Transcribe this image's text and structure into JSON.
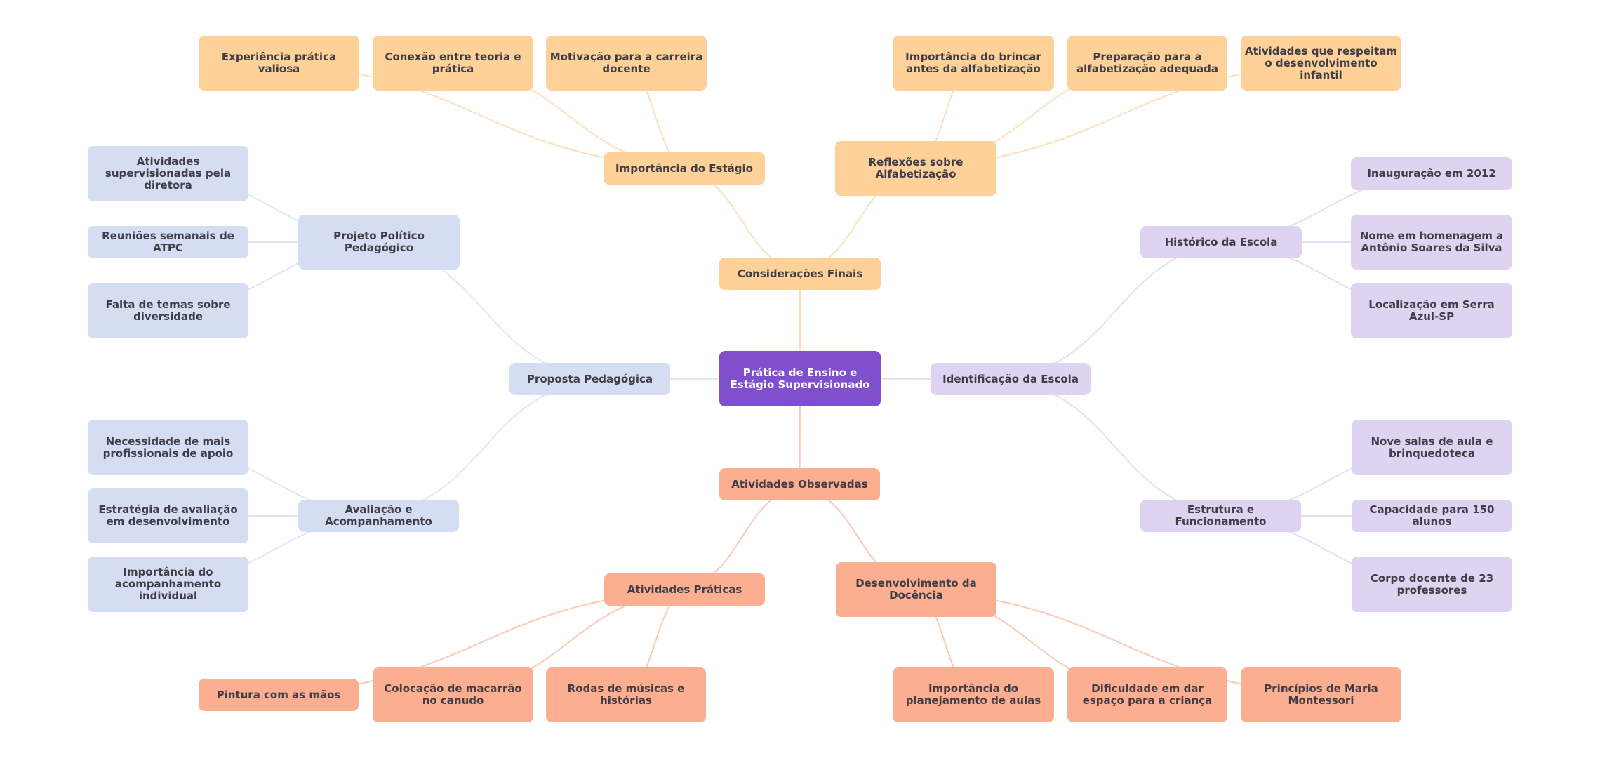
{
  "title": "Prática de Ensino e Estágio Supervisionado",
  "colors": {
    "root": "#7f4fcc",
    "orange": "#fdd197",
    "blue": "#d5ddf2",
    "lavender": "#ded4f1",
    "salmon": "#fbae90",
    "edge_orange": "#fde0b8",
    "edge_blue": "#dfe6f5",
    "edge_lavender": "#e5ddf5",
    "edge_salmon": "#fcc8b5"
  },
  "mindmap": {
    "root": {
      "id": "root",
      "label": "Prática de Ensino e Estágio Supervisionado"
    },
    "branches": [
      {
        "id": "consideracoes",
        "label": "Considerações Finais",
        "color": "orange",
        "children": [
          {
            "id": "importancia-estagio",
            "label": "Importância do Estágio",
            "children": [
              {
                "id": "experiencia",
                "label": "Experiência prática valiosa"
              },
              {
                "id": "conexao",
                "label": "Conexão entre teoria e prática"
              },
              {
                "id": "motivacao",
                "label": "Motivação para a carreira docente"
              }
            ]
          },
          {
            "id": "reflexoes",
            "label": "Reflexões sobre Alfabetização",
            "children": [
              {
                "id": "brincar",
                "label": "Importância do brincar antes da alfabetização"
              },
              {
                "id": "preparacao",
                "label": "Preparação para a alfabetização adequada"
              },
              {
                "id": "respeitam",
                "label": "Atividades que respeitam o desenvolvimento infantil"
              }
            ]
          }
        ]
      },
      {
        "id": "identificacao",
        "label": "Identificação da Escola",
        "color": "lavender",
        "children": [
          {
            "id": "historico",
            "label": "Histórico da Escola",
            "children": [
              {
                "id": "inauguracao",
                "label": "Inauguração em 2012"
              },
              {
                "id": "nome",
                "label": "Nome em homenagem a Antônio Soares da Silva"
              },
              {
                "id": "localizacao",
                "label": "Localização em Serra Azul-SP"
              }
            ]
          },
          {
            "id": "estrutura",
            "label": "Estrutura e Funcionamento",
            "children": [
              {
                "id": "salas",
                "label": "Nove salas de aula e brinquedoteca"
              },
              {
                "id": "capacidade",
                "label": "Capacidade para 150 alunos"
              },
              {
                "id": "corpo",
                "label": "Corpo docente de 23 professores"
              }
            ]
          }
        ]
      },
      {
        "id": "atividades-observadas",
        "label": "Atividades Observadas",
        "color": "salmon",
        "children": [
          {
            "id": "atividades-praticas",
            "label": "Atividades Práticas",
            "children": [
              {
                "id": "pintura",
                "label": "Pintura com as mãos"
              },
              {
                "id": "macarrao",
                "label": "Colocação de macarrão no canudo"
              },
              {
                "id": "rodas",
                "label": "Rodas de músicas e histórias"
              }
            ]
          },
          {
            "id": "docencia",
            "label": "Desenvolvimento da Docência",
            "children": [
              {
                "id": "planejamento",
                "label": "Importância do planejamento de aulas"
              },
              {
                "id": "dificuldade",
                "label": "Dificuldade em dar espaço para a criança"
              },
              {
                "id": "montessori",
                "label": "Princípios de Maria Montessori"
              }
            ]
          }
        ]
      },
      {
        "id": "proposta",
        "label": "Proposta Pedagógica",
        "color": "blue",
        "children": [
          {
            "id": "ppp",
            "label": "Projeto Político Pedagógico",
            "children": [
              {
                "id": "supervisionadas",
                "label": "Atividades supervisionadas pela diretora"
              },
              {
                "id": "reunioes",
                "label": "Reuniões semanais de ATPC"
              },
              {
                "id": "falta",
                "label": "Falta de temas sobre diversidade"
              }
            ]
          },
          {
            "id": "avaliacao",
            "label": "Avaliação e Acompanhamento",
            "children": [
              {
                "id": "necessidade",
                "label": "Necessidade de mais profissionais de apoio"
              },
              {
                "id": "estrategia",
                "label": "Estratégia de avaliação em desenvolvimento"
              },
              {
                "id": "acompanhamento",
                "label": "Importância do acompanhamento individual"
              }
            ]
          }
        ]
      }
    ]
  }
}
